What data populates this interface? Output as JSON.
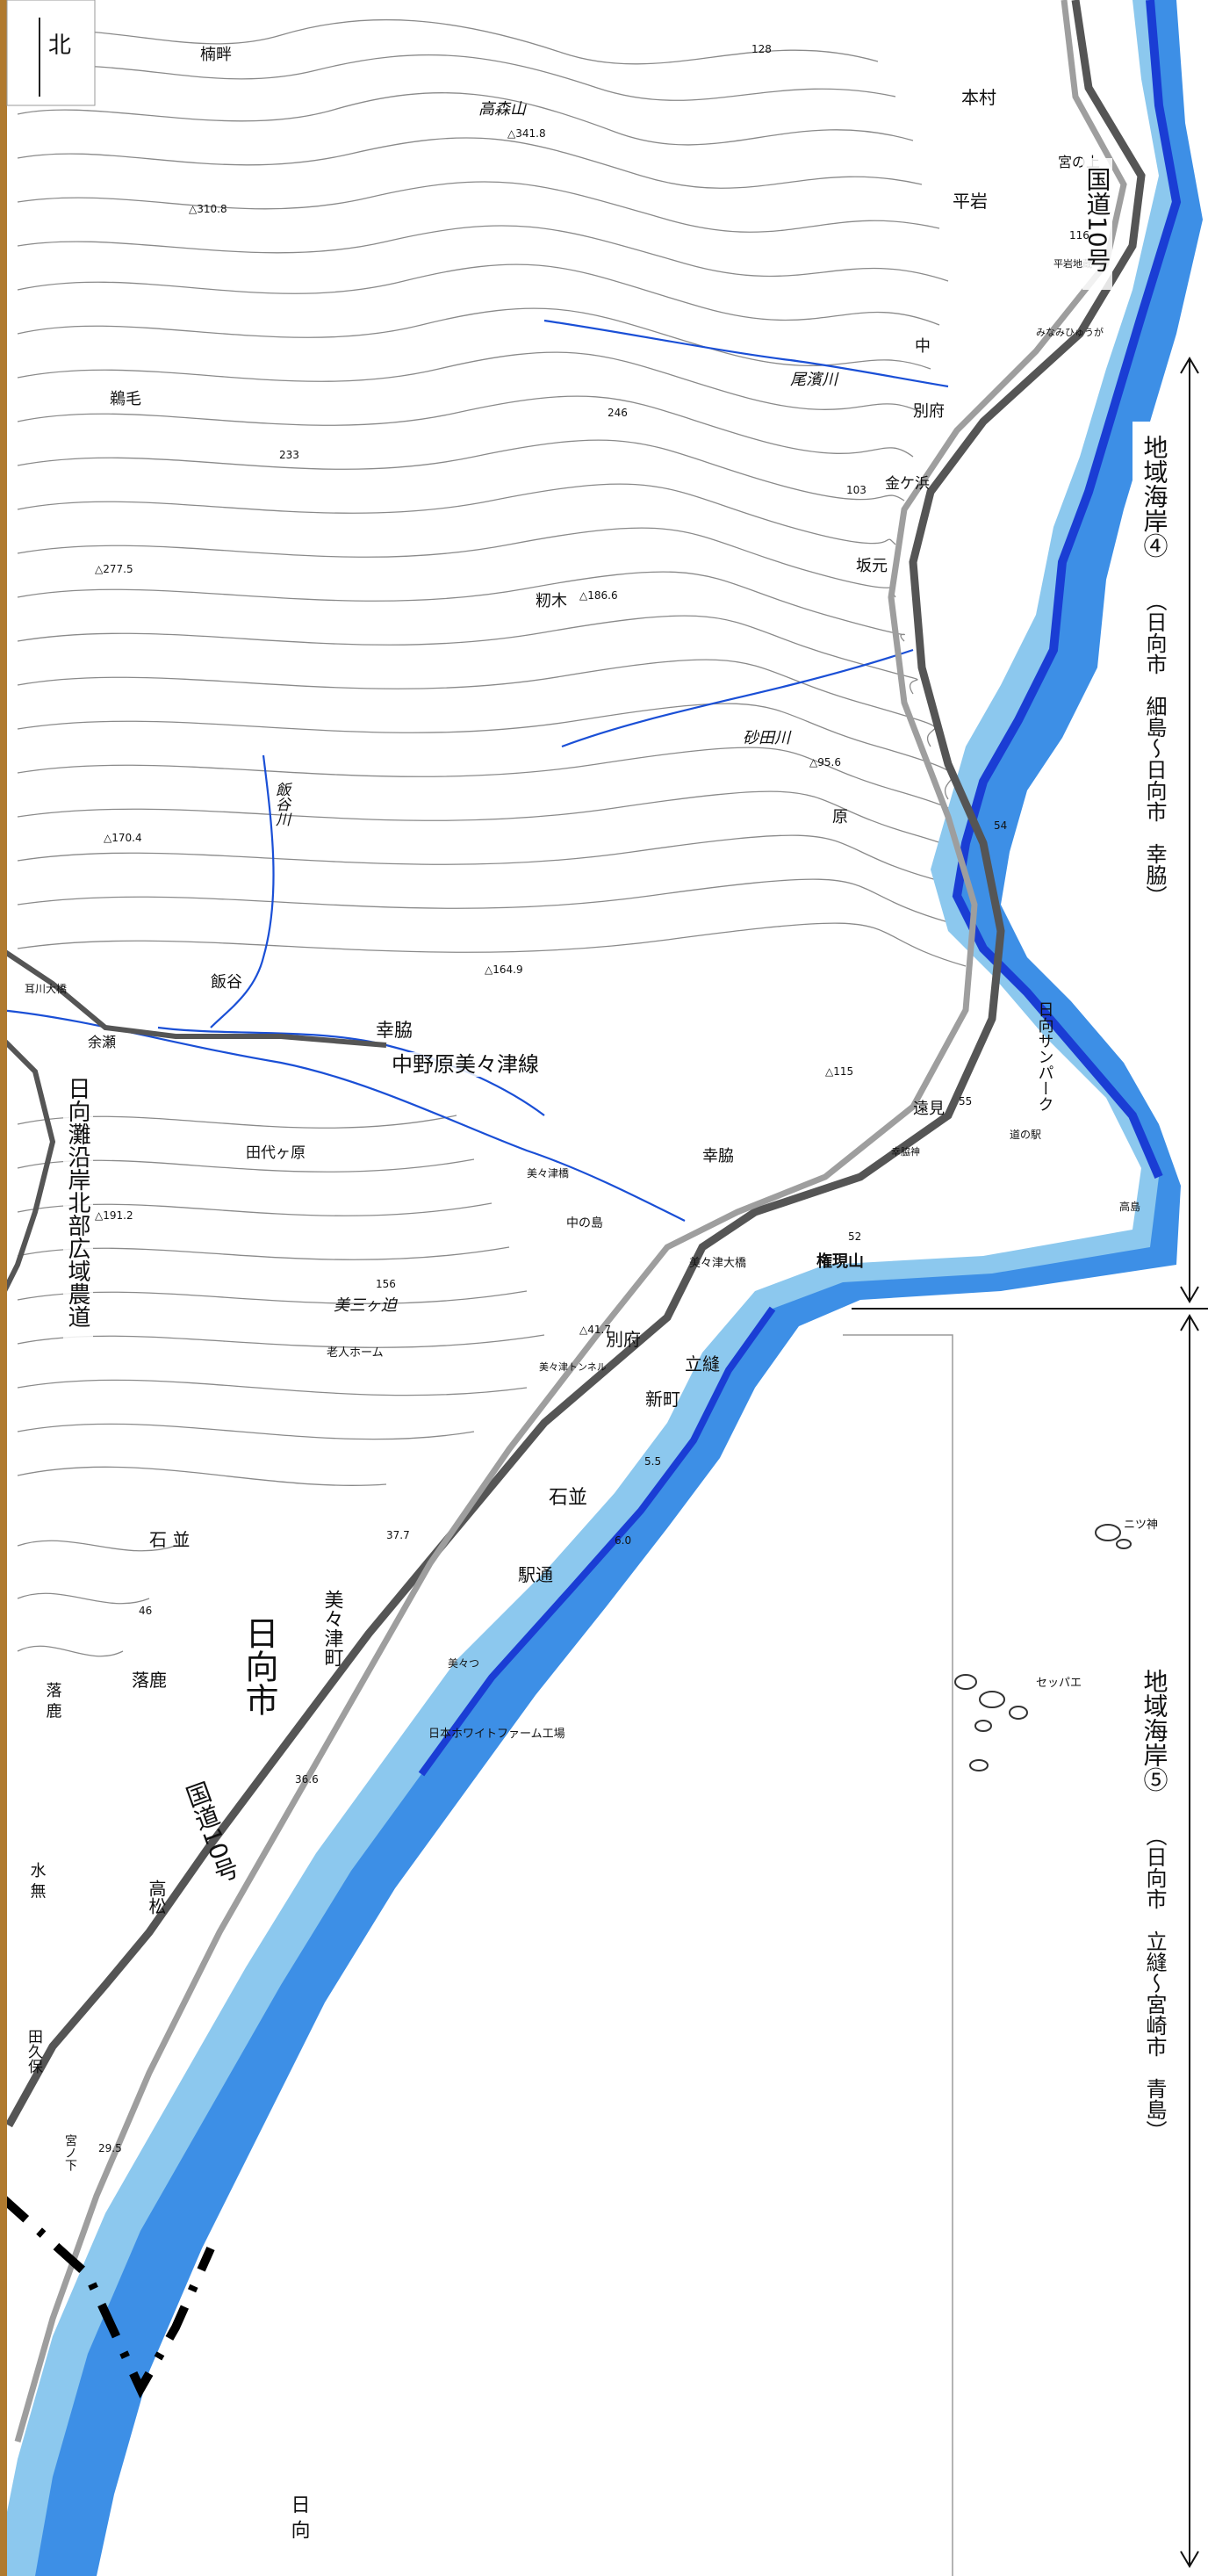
{
  "map": {
    "colors": {
      "sea_light": "#8cc8ee",
      "sea_mid": "#3d8fe6",
      "sea_dark": "#1a3dd4",
      "land": "#ffffff",
      "contour": "#777777",
      "road_main": "#666666",
      "river": "#1a4fd6",
      "left_border": "#b07a2f",
      "dashed_boundary": "#000000"
    },
    "compass_mark": "北",
    "places": {
      "nashiaze": "楠畔",
      "takamoriyama": "高森山",
      "motomura": "本村",
      "miyanoue": "宮の上",
      "hiraiwa": "平岩",
      "hiraiwa_area": "平岩地蔵",
      "minamihyuga": "みなみひゅうが",
      "naka": "中",
      "beppu_top": "別府",
      "kanegahama": "金ケ浜",
      "sakamoto": "坂元",
      "tsurumo": "鵜毛",
      "momiki": "籾木",
      "hara": "原",
      "iidani": "飯谷",
      "mimikawa_bridge": "耳川大橋",
      "yose": "余瀬",
      "sachiwaki": "幸脇",
      "sachiwaki_shrine": "幸脇神",
      "tadaimi": "遠見",
      "michinoeki": "道の駅",
      "tashirogahara": "田代ヶ原",
      "mimitsu_bridge": "美々津橋",
      "nakanoshima": "中の島",
      "mimitsu_ohashi": "美々津大橋",
      "gongenyama": "権現山",
      "takashima": "高島",
      "sankatachi": "美三ヶ迫",
      "roujin_home": "老人ホーム",
      "mimitsu_tunnel": "美々津トンネル",
      "beppu_mid": "別府",
      "shinmachi": "新町",
      "tatenui": "立縫",
      "ishinami": "石並",
      "ishinami_left": "石 並",
      "ekidori": "駅通",
      "mimitsu_station": "美々つ",
      "futagami": "ニツ神",
      "sepbae": "セッパエ",
      "nihon_white_farm": "日本ホワイトファーム工場",
      "hyuga_city": "日向市",
      "mimitsu_town": "美々津町",
      "ochika": "落鹿",
      "ochika_left": "落 鹿",
      "mizu_nashi": "水 無",
      "takamatsu": "高松",
      "takubo": "田久保",
      "miyanoshita": "宮ノ下",
      "hyuga_bottom": "日 向"
    },
    "rivers": {
      "onami_river": "尾濱川",
      "sunada_river": "砂田川",
      "iidani_river": "飯谷川"
    },
    "roads": {
      "route10_top": "国道10号",
      "route10_bottom": "国道10号",
      "nakanobaru_line": "中野原美々津線",
      "farm_road": "日向灘沿岸北部広域農道",
      "sunpark": "日向サンパーク"
    },
    "elevations": {
      "e341": "△341.8",
      "e310": "△310.8",
      "e277": "△277.5",
      "e233": "233",
      "e246": "246",
      "e186": "△186.6",
      "e170": "△170.4",
      "e164": "△164.9",
      "e191": "△191.2",
      "e156": "156",
      "e128": "128",
      "e116": "116",
      "e103": "103",
      "e95": "△95.6",
      "e54": "54",
      "e55": "55",
      "e52": "52",
      "e115": "△115",
      "e41": "△41.7",
      "e37": "37.7",
      "e36": "36.6",
      "e46": "46",
      "e29": "29.5",
      "e6": "6.0",
      "e5": "5.5"
    },
    "zones": {
      "zone4_title": "地域海岸④",
      "zone4_range": "（日向市　細島〜日向市　幸脇）",
      "zone5_title": "地域海岸⑤",
      "zone5_range": "（日向市　立縫〜宮崎市　青島）"
    }
  }
}
